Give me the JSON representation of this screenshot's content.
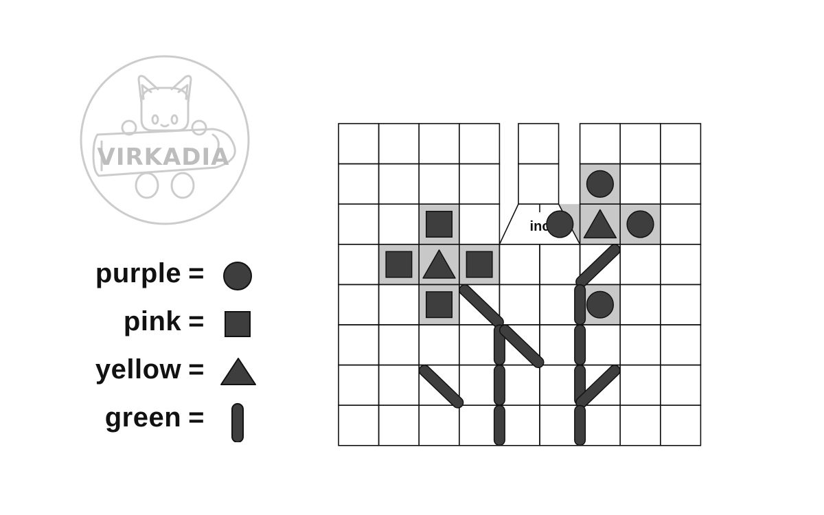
{
  "logo": {
    "text": "VIRKADIA",
    "icon": "cat-holding-sign-logo"
  },
  "legend": {
    "items": [
      {
        "label": "purple",
        "equals": "=",
        "symbol": "circle-icon"
      },
      {
        "label": "pink",
        "equals": "=",
        "symbol": "square-icon"
      },
      {
        "label": "yellow",
        "equals": "=",
        "symbol": "triangle-icon"
      },
      {
        "label": "green",
        "equals": "=",
        "symbol": "bar-icon"
      }
    ]
  },
  "chart": {
    "increase_label": "inc",
    "columns": 9,
    "rows": 8,
    "gap_column": 4,
    "colors": {
      "symbol": "#3e3e3e",
      "highlight": "#c8c8c8",
      "line": "#111111",
      "paper": "#ffffff"
    },
    "left_flower": {
      "squares": [
        {
          "col": 2,
          "row": 2
        },
        {
          "col": 1,
          "row": 3
        },
        {
          "col": 3,
          "row": 3
        },
        {
          "col": 2,
          "row": 4
        }
      ],
      "triangle": {
        "col": 2,
        "row": 3
      }
    },
    "right_flower": {
      "circles": [
        {
          "col": 6,
          "row": 1
        },
        {
          "col": 5,
          "row": 2
        },
        {
          "col": 7,
          "row": 2
        },
        {
          "col": 6,
          "row": 4
        }
      ],
      "triangle": {
        "col": 6,
        "row": 2
      }
    },
    "stems": [
      {
        "col": 3,
        "row": 4,
        "dir": "diag-down-right"
      },
      {
        "col": 3,
        "row": 5,
        "dir": "vertical"
      },
      {
        "col": 2,
        "row": 6,
        "dir": "diag-down-right"
      },
      {
        "col": 3,
        "row": 6,
        "dir": "vertical"
      },
      {
        "col": 3,
        "row": 7,
        "dir": "vertical"
      },
      {
        "col": 5,
        "row": 3,
        "dir": "diag-up-right"
      },
      {
        "col": 5,
        "row": 4,
        "dir": "vertical"
      },
      {
        "col": 4,
        "row": 5,
        "dir": "diag-down-right"
      },
      {
        "col": 5,
        "row": 5,
        "dir": "vertical"
      },
      {
        "col": 5,
        "row": 6,
        "dir": "vertical"
      },
      {
        "col": 5,
        "row": 6,
        "dir": "diag-up-right"
      },
      {
        "col": 5,
        "row": 7,
        "dir": "vertical"
      }
    ]
  }
}
